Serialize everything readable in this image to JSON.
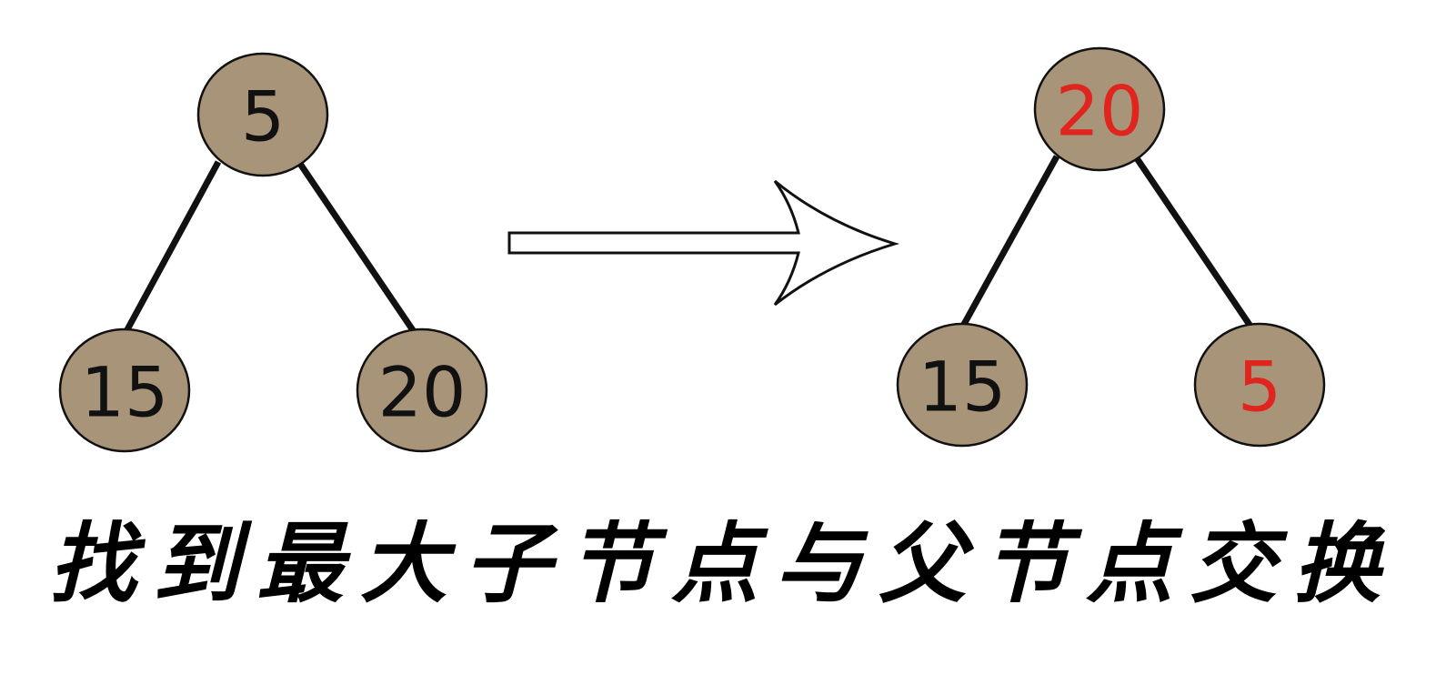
{
  "colors": {
    "node_fill": "#a89479",
    "node_stroke": "#111111",
    "edge": "#111111",
    "label_default": "#111111",
    "label_highlight": "#e0251f",
    "arrow_stroke": "#111111",
    "arrow_fill": "#ffffff"
  },
  "trees": [
    {
      "name": "before",
      "nodes": [
        {
          "id": "root",
          "label": "5",
          "highlight": false
        },
        {
          "id": "left",
          "label": "15",
          "highlight": false
        },
        {
          "id": "right",
          "label": "20",
          "highlight": false
        }
      ]
    },
    {
      "name": "after",
      "nodes": [
        {
          "id": "root",
          "label": "20",
          "highlight": true
        },
        {
          "id": "left",
          "label": "15",
          "highlight": false
        },
        {
          "id": "right",
          "label": "5",
          "highlight": true
        }
      ]
    }
  ],
  "caption": "找到最大子节点与父节点交换"
}
